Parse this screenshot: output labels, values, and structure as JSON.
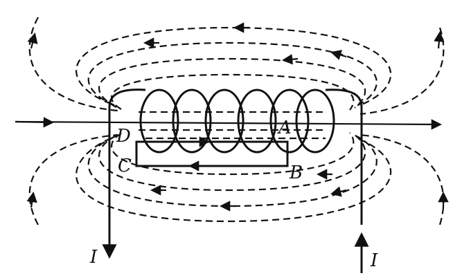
{
  "labels": {
    "current_left": "I",
    "current_right": "I",
    "point_a": "A",
    "point_b": "B",
    "point_c": "C",
    "point_d": "D"
  },
  "style": {
    "ink": "#111111",
    "background": "#ffffff"
  },
  "solenoid": {
    "turns": 6
  }
}
